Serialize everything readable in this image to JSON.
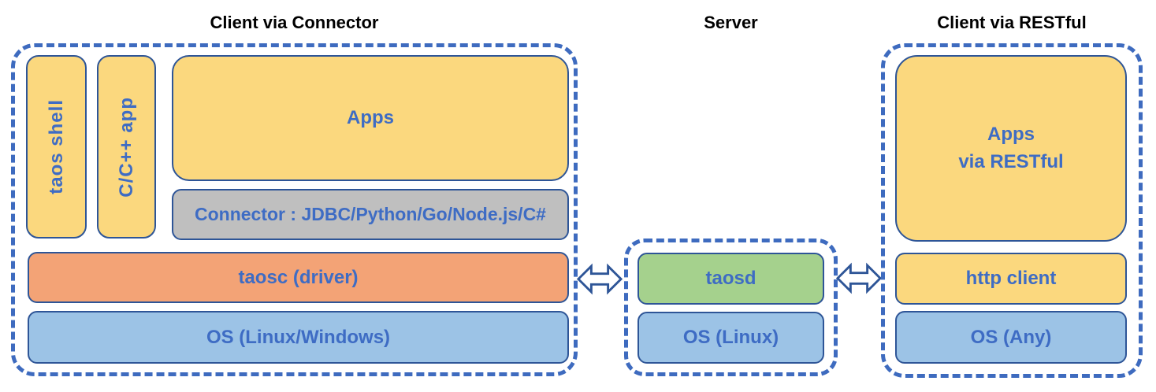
{
  "colors": {
    "yellow": "#FBD87E",
    "gray": "#BFBFBF",
    "orange": "#F3A376",
    "green": "#A5D18D",
    "blue": "#9CC3E6",
    "border_navy": "#2E5597",
    "dashed_blue": "#3E6BBF",
    "label_blue": "#3E6CC4",
    "title_black": "#000000"
  },
  "titles": {
    "client_connector": "Client via Connector",
    "server": "Server",
    "client_restful": "Client via RESTful"
  },
  "client_connector": {
    "taos_shell": "taos shell",
    "c_cpp_app": "C/C++ app",
    "apps": "Apps",
    "connector": "Connector : JDBC/Python/Go/Node.js/C#",
    "taosc": "taosc (driver)",
    "os": "OS (Linux/Windows)"
  },
  "server": {
    "taosd": "taosd",
    "os": "OS (Linux)"
  },
  "client_restful": {
    "apps": "Apps\nvia RESTful",
    "http_client": "http client",
    "os": "OS (Any)"
  },
  "icons": {
    "left_arrow": "bidirectional-arrow",
    "right_arrow": "bidirectional-arrow"
  }
}
